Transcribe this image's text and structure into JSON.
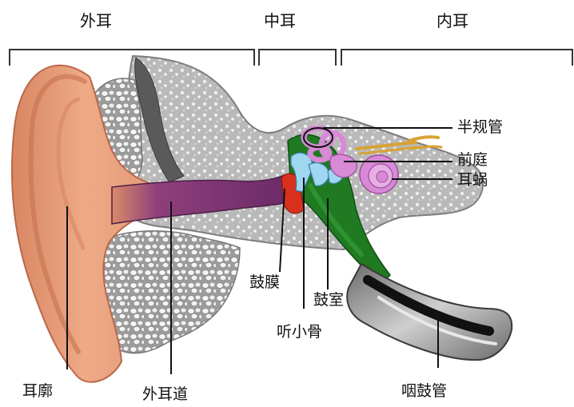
{
  "sections": {
    "outer": "外耳",
    "middle": "中耳",
    "inner": "内耳"
  },
  "labels": {
    "semicircular_canals": "半规管",
    "vestibule": "前庭",
    "cochlea": "耳蜗",
    "eardrum": "鼓膜",
    "tympanic_cavity": "鼓室",
    "ossicles": "听小骨",
    "auricle": "耳廓",
    "ear_canal": "外耳道",
    "eustachian_tube": "咽鼓管"
  },
  "colors": {
    "skin": "#e8a27e",
    "skin_shadow": "#c7744f",
    "bone": "#9a9a9a",
    "cartilage": "#f3f3f3",
    "canal": "#7a2f6e",
    "tympanic": "#1f7a22",
    "eardrum": "#d9301e",
    "inner_ear": "#d88ad6",
    "ossicles": "#9fd6f0",
    "tube_dark": "#222222",
    "nerve": "#d9a233"
  }
}
